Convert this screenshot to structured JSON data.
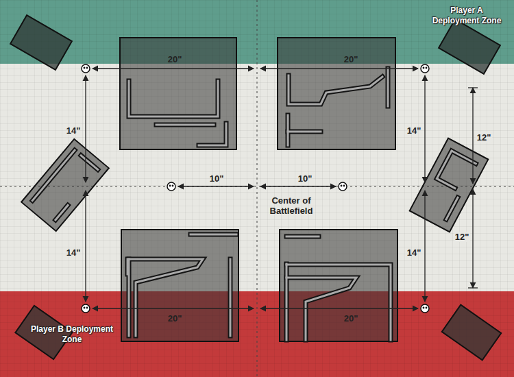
{
  "diagram": {
    "nodes": [
      {
        "text": [
          "Player A Deployment Zone"
        ]
      },
      {
        "text": [
          "Player B Deployment Zone"
        ]
      }
    ],
    "labels": [
      "20\"",
      "20\"",
      "14\"",
      "14\"",
      "12\"",
      "10\"",
      "10\"",
      "Center of Battlefield",
      "14\"",
      "14\"",
      "12\"",
      "20\"",
      "20\""
    ]
  }
}
